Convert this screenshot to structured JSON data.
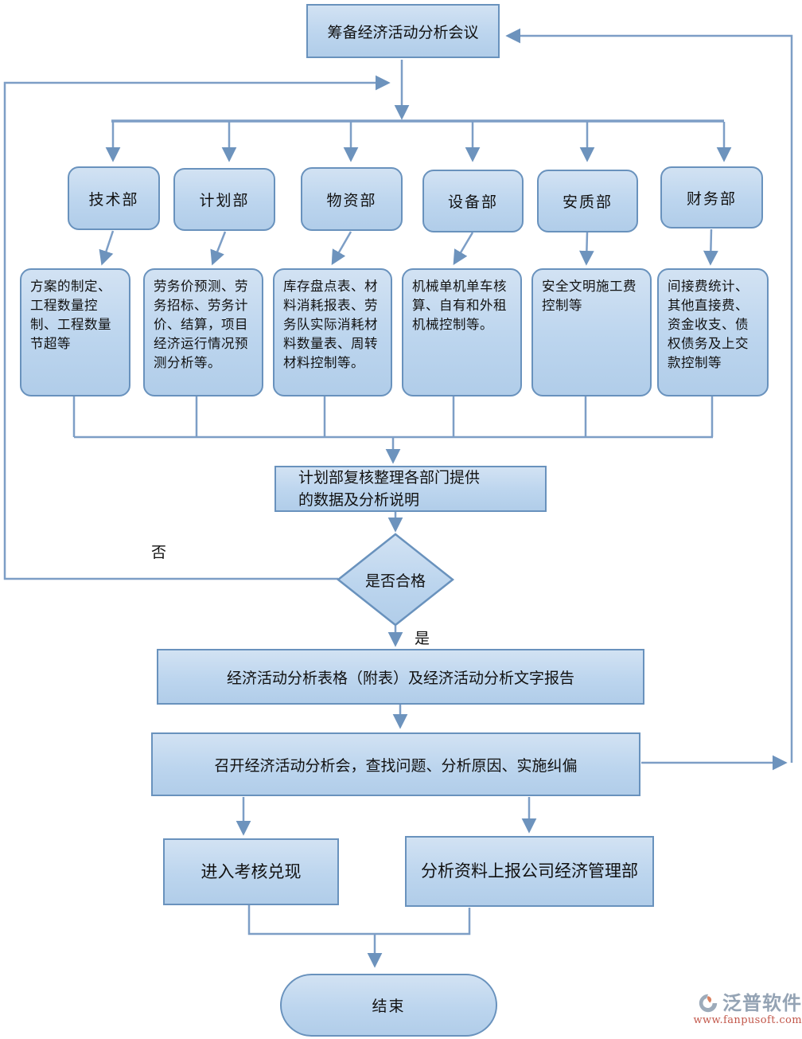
{
  "nodes": {
    "prepare": {
      "label": "筹备经济活动分析会议"
    },
    "departments": [
      {
        "label": "技术部",
        "detail": "方案的制定、工程数量控制、工程数量节超等"
      },
      {
        "label": "计划部",
        "detail": "劳务价预测、劳务招标、劳务计价、结算，项目经济运行情况预测分析等。"
      },
      {
        "label": "物资部",
        "detail": "库存盘点表、材料消耗报表、劳务队实际消耗材料数量表、周转材料控制等。"
      },
      {
        "label": "设备部",
        "detail": "机械单机单车核算、自有和外租机械控制等。"
      },
      {
        "label": "安质部",
        "detail": "安全文明施工费控制等"
      },
      {
        "label": "财务部",
        "detail": "间接费统计、其他直接费、资金收支、债权债务及上交款控制等"
      }
    ],
    "review": {
      "label": "计划部复核整理各部门提供的数据及分析说明"
    },
    "decision": {
      "label": "是否合格",
      "no_label": "否",
      "yes_label": "是"
    },
    "report": {
      "label": "经济活动分析表格（附表）及经济活动分析文字报告"
    },
    "meeting": {
      "label": "召开经济活动分析会，查找问题、分析原因、实施纠偏"
    },
    "assessment": {
      "label": "进入考核兑现"
    },
    "submit": {
      "label": "分析资料上报公司经济管理部"
    },
    "end": {
      "label": "结束"
    }
  },
  "watermark": {
    "brand": "泛普软件",
    "url": "www.fanpusoft.com"
  },
  "colors": {
    "node_fill_top": "#d2e2f3",
    "node_fill_bottom": "#b1cde9",
    "node_border": "#6992bd",
    "connector": "#7d9ec6",
    "arrowhead": "#6d93bd",
    "watermark_brand": "#94a3b4",
    "watermark_url": "#c2574a"
  }
}
